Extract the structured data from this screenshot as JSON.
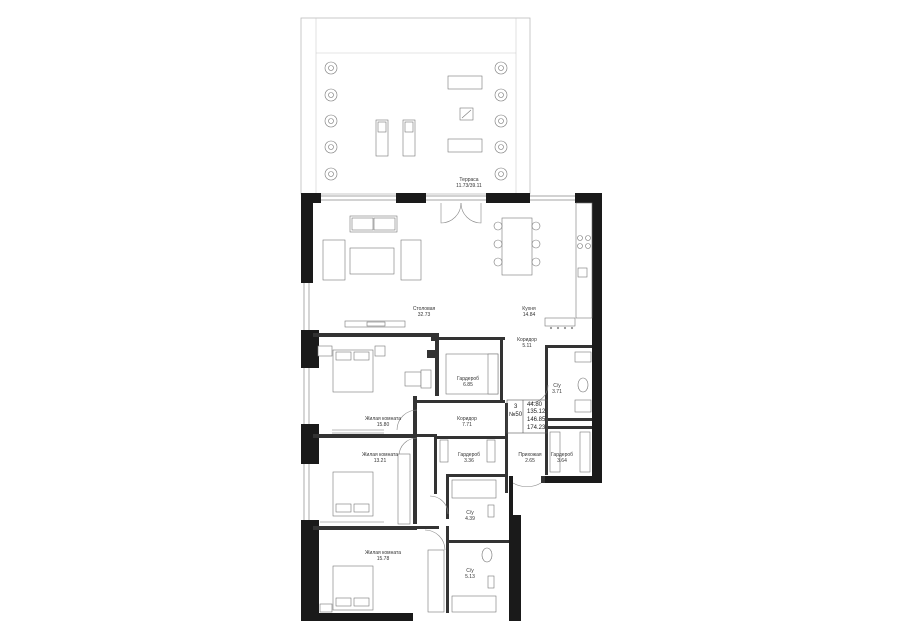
{
  "rooms": {
    "terrace": {
      "name": "Терраса",
      "area": "11.73/39.11"
    },
    "living": {
      "name": "Столовая",
      "area": "32.73"
    },
    "kitchen": {
      "name": "Кухня",
      "area": "14.84"
    },
    "corridor1": {
      "name": "Коридор",
      "area": "5.11"
    },
    "bath1": {
      "name": "С/у",
      "area": "3.71"
    },
    "wardrobe1": {
      "name": "Гардероб",
      "area": "6.85"
    },
    "bedroom1": {
      "name": "Жилая комната",
      "area": "15.80"
    },
    "corridor2": {
      "name": "Коридор",
      "area": "7.71"
    },
    "bedroom2": {
      "name": "Жилая комната",
      "area": "13.21"
    },
    "wardrobe2": {
      "name": "Гардероб",
      "area": "3.36"
    },
    "hall": {
      "name": "Прихожая",
      "area": "2.65"
    },
    "wardrobe3": {
      "name": "Гардероб",
      "area": "3.64"
    },
    "bath2": {
      "name": "С/у",
      "area": "4.39"
    },
    "bedroom3": {
      "name": "Жилая комната",
      "area": "15.78"
    },
    "bath3": {
      "name": "С/у",
      "area": "5.13"
    }
  },
  "apartment": {
    "rooms_count": "3",
    "number": "№50",
    "areas": [
      "44.80",
      "135.12",
      "146.85",
      "174.23"
    ]
  }
}
